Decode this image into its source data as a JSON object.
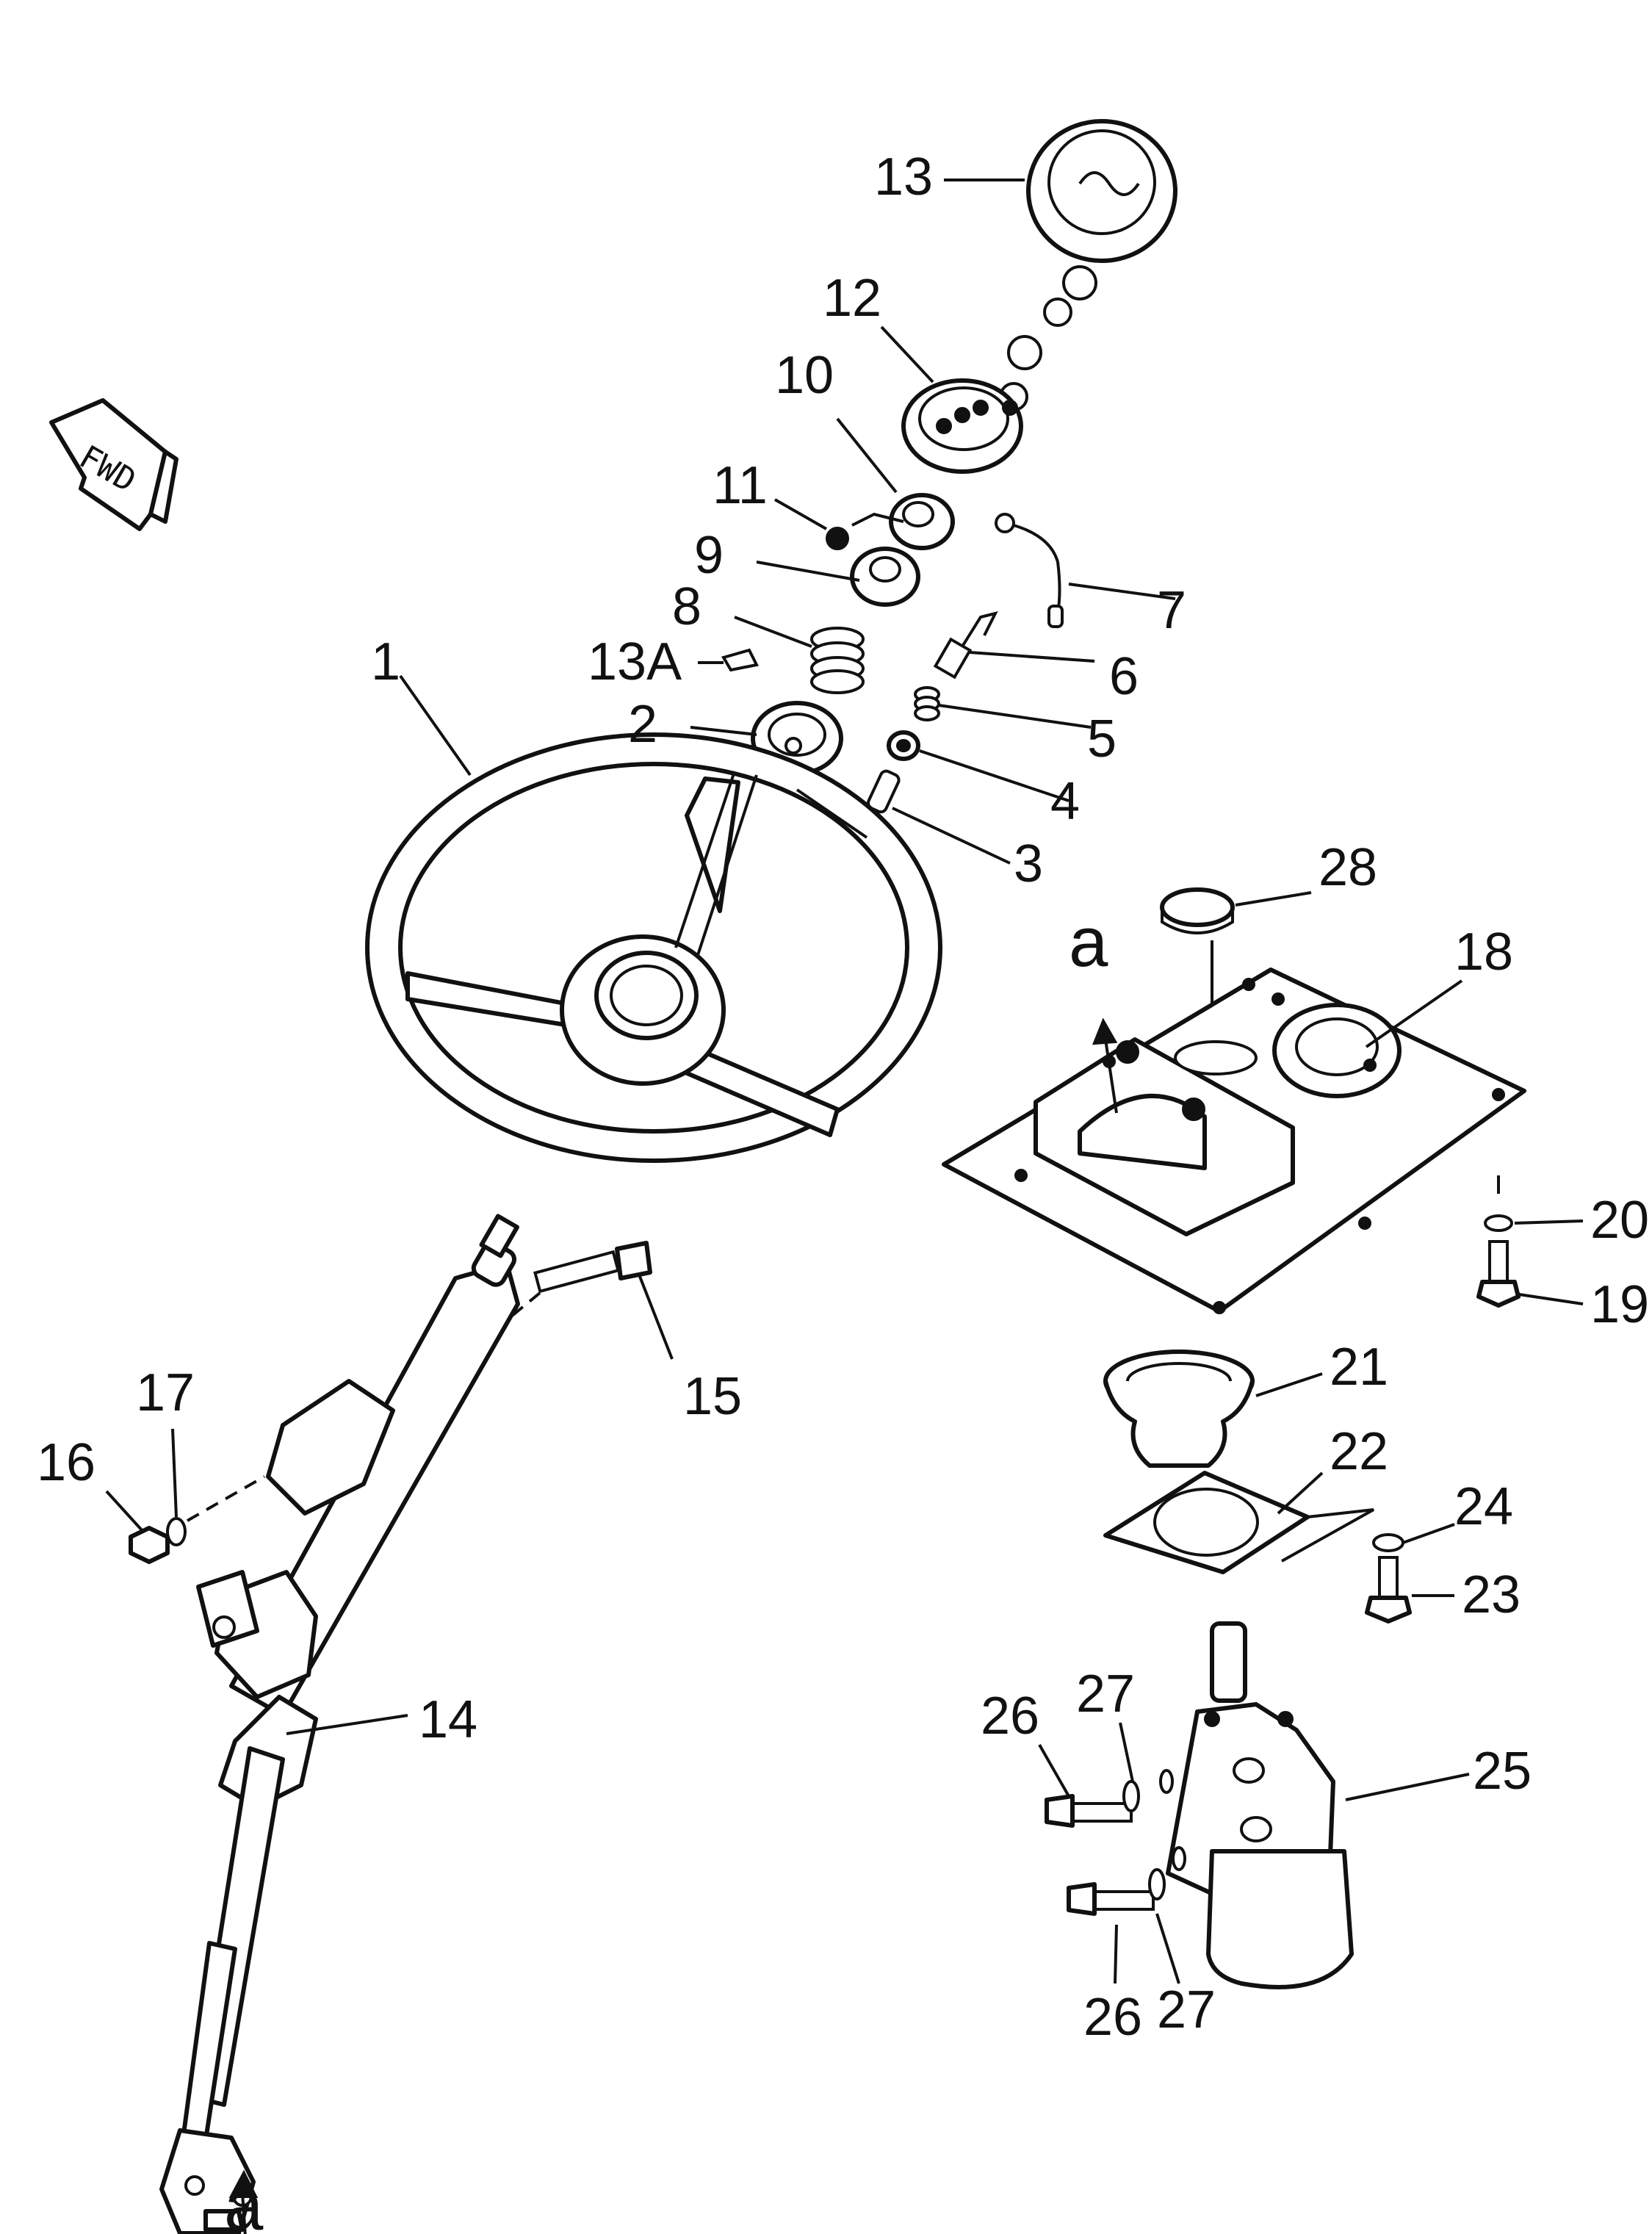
{
  "direction_label": "FWD",
  "callouts": {
    "p1": "1",
    "p2": "2",
    "p3": "3",
    "p4": "4",
    "p5": "5",
    "p6": "6",
    "p7": "7",
    "p8": "8",
    "p9": "9",
    "p10": "10",
    "p11": "11",
    "p12": "12",
    "p13": "13",
    "p13a": "13A",
    "p14": "14",
    "p15": "15",
    "p16": "16",
    "p17": "17",
    "p18": "18",
    "p19": "19",
    "p20": "20",
    "p21": "21",
    "p22": "22",
    "p23": "23",
    "p24": "24",
    "p25": "25",
    "p26a": "26",
    "p26b": "26",
    "p27a": "27",
    "p27b": "27",
    "p28": "28"
  },
  "reference_marks": {
    "top": "a",
    "bottom": "a"
  }
}
